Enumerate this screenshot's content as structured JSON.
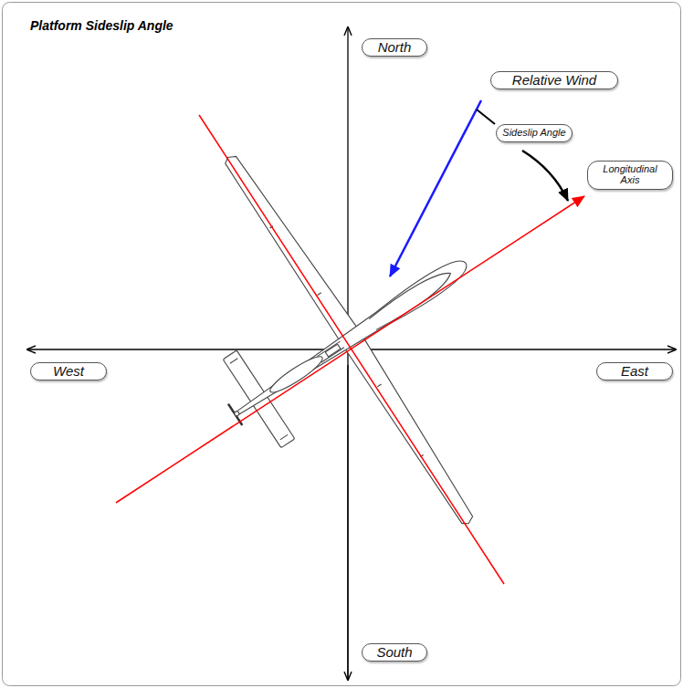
{
  "diagram": {
    "title": "Platform Sideslip Angle",
    "nodes": [
      {
        "text": [
          "North"
        ]
      },
      {
        "text": [
          "Relative Wind"
        ]
      },
      {
        "text": [
          "Sideslip Angle"
        ]
      },
      {
        "text": [
          "Longitudinal Axis"
        ]
      },
      {
        "text": [
          "West"
        ]
      },
      {
        "text": [
          "East"
        ]
      },
      {
        "text": [
          "South"
        ]
      }
    ]
  }
}
